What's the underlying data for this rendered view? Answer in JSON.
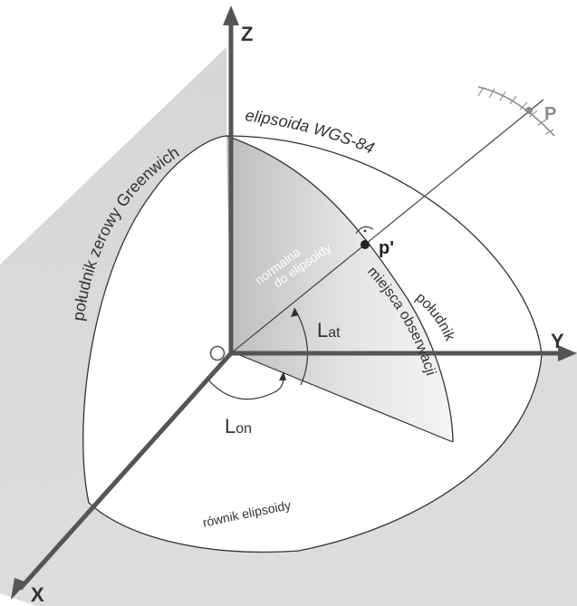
{
  "axes": {
    "z": "Z",
    "y": "Y",
    "x": "X"
  },
  "origin": "O",
  "labels": {
    "ellipsoid": "elipsoida WGS-84",
    "prime_meridian": "południk zerowy Greenwich",
    "equator": "równik elipsoidy",
    "normal_line1": "normalna",
    "normal_line2": "do elipsoidy",
    "local_meridian_line1": "południk",
    "local_meridian_line2": "miejsca obserwacji",
    "latitude_main": "L",
    "latitude_sub": "at",
    "longitude_main": "L",
    "longitude_sub": "on",
    "surface_point": "p'",
    "observed_point": "P"
  },
  "colors": {
    "axis": "#555555",
    "plane_fill": "#d9d9d9",
    "curve": "#333333",
    "text": "#333333",
    "point": "#222222",
    "observed_point": "#8a8a8a"
  }
}
